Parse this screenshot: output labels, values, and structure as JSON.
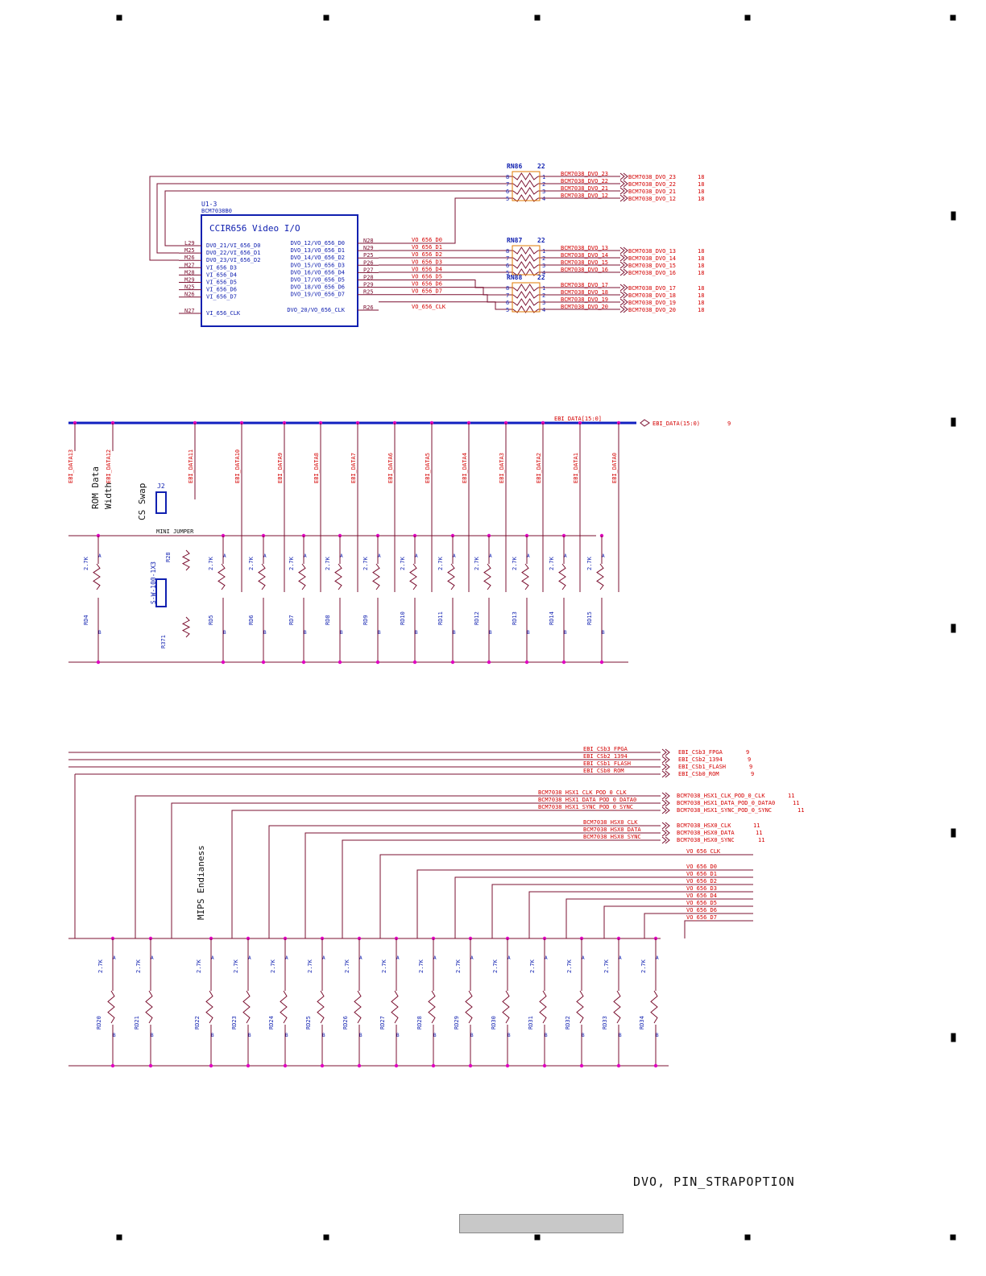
{
  "sheet": {
    "footer_title": "DVO, PIN_STRAPOPTION",
    "colors": {
      "wire": "#7b1030",
      "net": "#d40000",
      "chip": "#1020b0",
      "bus": "#1020c0",
      "junction": "#e000c0",
      "part": "#e07800"
    }
  },
  "u1": {
    "ref": "U1-3",
    "part": "BCM7038B0",
    "title": "CCIR656 Video I/O",
    "left_pins": [
      {
        "pin": "L29",
        "name": "DVO_21/VI_656_D0"
      },
      {
        "pin": "M25",
        "name": "DVO_22/VI_656_D1"
      },
      {
        "pin": "M26",
        "name": "DVO_23/VI_656_D2"
      },
      {
        "pin": "M27",
        "name": "VI_656_D3"
      },
      {
        "pin": "M28",
        "name": "VI_656_D4"
      },
      {
        "pin": "M29",
        "name": "VI_656_D5"
      },
      {
        "pin": "N25",
        "name": "VI_656_D6"
      },
      {
        "pin": "N26",
        "name": "VI_656_D7"
      },
      {
        "pin": "N27",
        "name": "VI_656_CLK"
      }
    ],
    "right_pins": [
      {
        "pin": "N28",
        "name": "DVO_12/VO_656_D0",
        "net": "VO_656_D0"
      },
      {
        "pin": "N29",
        "name": "DVO_13/VO_656_D1",
        "net": "VO_656_D1"
      },
      {
        "pin": "P25",
        "name": "DVO_14/VO_656_D2",
        "net": "VO_656_D2"
      },
      {
        "pin": "P26",
        "name": "DVO_15/VO_656_D3",
        "net": "VO_656_D3"
      },
      {
        "pin": "P27",
        "name": "DVO_16/VO_656_D4",
        "net": "VO_656_D4"
      },
      {
        "pin": "P28",
        "name": "DVO_17/VO_656_D5",
        "net": "VO_656_D5"
      },
      {
        "pin": "P29",
        "name": "DVO_18/VO_656_D6",
        "net": "VO_656_D6"
      },
      {
        "pin": "R25",
        "name": "DVO_19/VO_656_D7",
        "net": "VO_656_D7"
      },
      {
        "pin": "R26",
        "name": "DVO_20/VO_656_CLK",
        "net": "VO_656_CLK"
      }
    ]
  },
  "rnets": [
    {
      "ref": "RN86",
      "value": "22",
      "nets": [
        "BCM7038_DVO_23",
        "BCM7038_DVO_22",
        "BCM7038_DVO_21",
        "BCM7038_DVO_12"
      ],
      "page": "18"
    },
    {
      "ref": "RN87",
      "value": "22",
      "nets": [
        "BCM7038_DVO_13",
        "BCM7038_DVO_14",
        "BCM7038_DVO_15",
        "BCM7038_DVO_16"
      ],
      "page": "18"
    },
    {
      "ref": "RN88",
      "value": "22",
      "nets": [
        "BCM7038_DVO_17",
        "BCM7038_DVO_18",
        "BCM7038_DVO_19",
        "BCM7038_DVO_20"
      ],
      "page": "18"
    }
  ],
  "ebi": {
    "bus_label": "EBI_DATA[15:0]",
    "port_label": "EBI_DATA(15:0)",
    "page": "9",
    "lines": [
      "EBI_DATA13",
      "EBI_DATA12",
      "EBI_DATA11",
      "EBI_DATA10",
      "EBI_DATA9",
      "EBI_DATA8",
      "EBI_DATA7",
      "EBI_DATA6",
      "EBI_DATA5",
      "EBI_DATA4",
      "EBI_DATA3",
      "EBI_DATA2",
      "EBI_DATA1",
      "EBI_DATA0"
    ],
    "rom_label_1": "ROM Data",
    "rom_label_2": "Width",
    "cs_swap": "CS Swap",
    "j2": "J2",
    "mini_jumper": "MINI JUMPER",
    "jumper_ref": "S-W-100-1X3",
    "r28": "R28",
    "r371": "R371",
    "value_27k": "2.7K",
    "rd_top": [
      "RD4",
      "RD5",
      "RD6",
      "RD7",
      "RD8",
      "RD9",
      "RD10",
      "RD11",
      "RD12",
      "RD13",
      "RD14",
      "RD15"
    ]
  },
  "straps": {
    "cs_nets": [
      {
        "in": "EBI_CSb3_FPGA",
        "out": "EBI_CSb3_FPGA",
        "page": "9"
      },
      {
        "in": "EBI_CSb2_1394",
        "out": "EBI_CSb2_1394",
        "page": "9"
      },
      {
        "in": "EBI_CSb1_FLASH",
        "out": "EBI_CSb1_FLASH",
        "page": "9"
      },
      {
        "in": "EBI_CSb0_ROM",
        "out": "EBI_CSb0_ROM",
        "page": "9"
      }
    ],
    "hsx1_nets": [
      {
        "in": "BCM7038_HSX1_CLK_POD_0_CLK",
        "out": "BCM7038_HSX1_CLK_POD_0_CLK",
        "page": "11"
      },
      {
        "in": "BCM7038_HSX1_DATA_POD_0_DATA0",
        "out": "BCM7038_HSX1_DATA_POD_0_DATA0",
        "page": "11"
      },
      {
        "in": "BCM7038_HSX1_SYNC_POD_0_SYNC",
        "out": "BCM7038_HSX1_SYNC_POD_0_SYNC",
        "page": "11"
      }
    ],
    "hsx0_nets": [
      {
        "in": "BCM7038_HSX0_CLK",
        "out": "BCM7038_HSX0_CLK",
        "page": "11"
      },
      {
        "in": "BCM7038_HSX0_DATA",
        "out": "BCM7038_HSX0_DATA",
        "page": "11"
      },
      {
        "in": "BCM7038_HSX0_SYNC",
        "out": "BCM7038_HSX0_SYNC",
        "page": "11"
      }
    ],
    "vo_nets": [
      "VO_656_CLK",
      "VO_656_D0",
      "VO_656_D1",
      "VO_656_D2",
      "VO_656_D3",
      "VO_656_D4",
      "VO_656_D5",
      "VO_656_D6",
      "VO_656_D7"
    ],
    "mips_label": "MIPS Endianess",
    "rd_bottom": [
      "RD20",
      "RD21",
      "RD22",
      "RD23",
      "RD24",
      "RD25",
      "RD26",
      "RD27",
      "RD28",
      "RD29",
      "RD30",
      "RD31",
      "RD32",
      "RD33",
      "RD34"
    ]
  }
}
